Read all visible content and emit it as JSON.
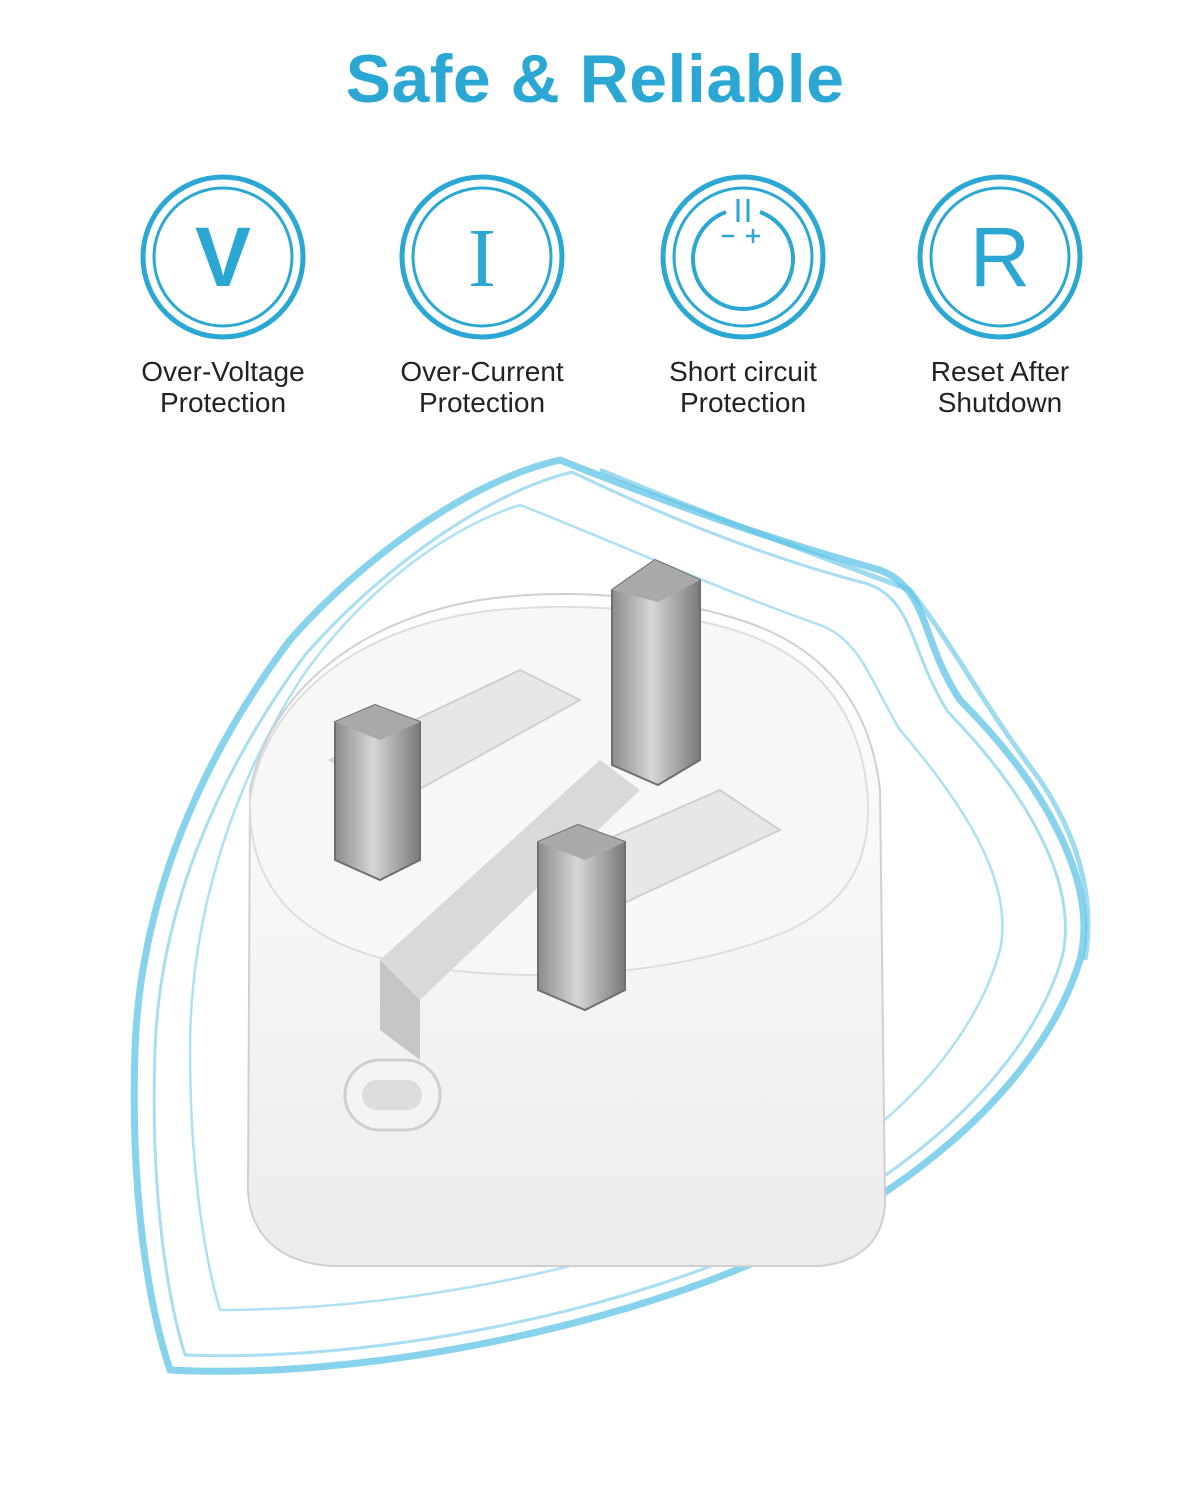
{
  "title": "Safe & Reliable",
  "accent_color": "#2aa7d3",
  "features": [
    {
      "icon": "letter-v-icon",
      "glyph": "V",
      "line1": "Over-Voltage",
      "line2": "Protection"
    },
    {
      "icon": "letter-i-icon",
      "glyph": "I",
      "line1": "Over-Current",
      "line2": "Protection"
    },
    {
      "icon": "power-plus-minus-icon",
      "glyph": "",
      "line1": "Short circuit",
      "line2": "Protection"
    },
    {
      "icon": "letter-r-icon",
      "glyph": "R",
      "line1": "Reset After",
      "line2": "Shutdown"
    }
  ],
  "product": {
    "name": "uk-usb-c-plug-charger"
  }
}
